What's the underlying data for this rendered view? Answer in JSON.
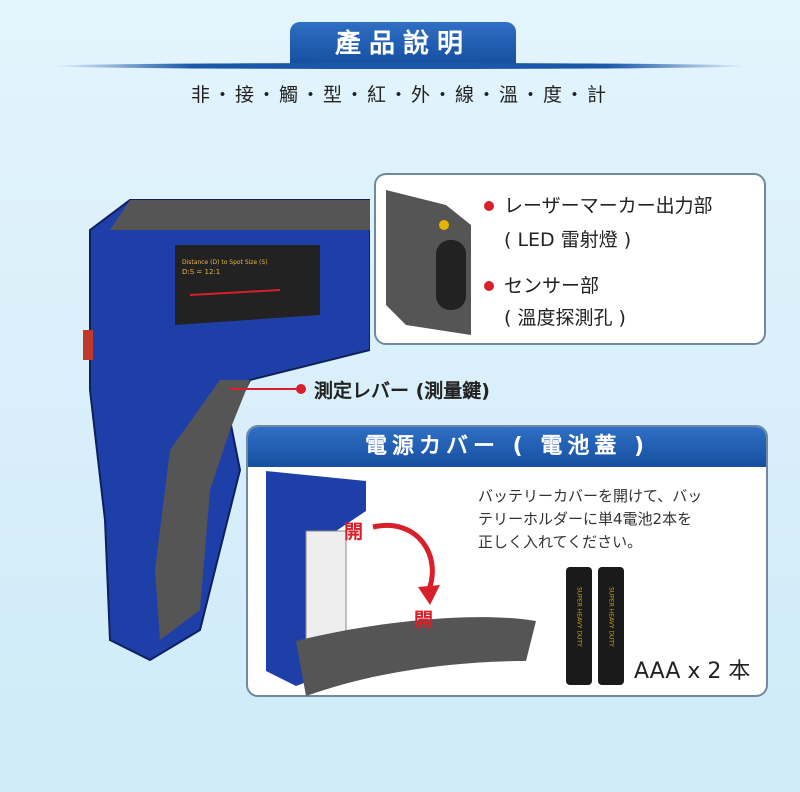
{
  "header": {
    "title": "產品說明",
    "subtitle": "非・接・觸・型・紅・外・線・溫・度・計"
  },
  "device_label": {
    "line1": "Distance (D) to Spot Size (S)",
    "line2": "D:S = 12:1"
  },
  "callouts": {
    "laser": {
      "title": "レーザーマーカー出力部",
      "sub": "( LED 雷射燈 )"
    },
    "sensor": {
      "title": "センサー部",
      "sub": "( 溫度探測孔 )"
    },
    "trigger": {
      "title": "測定レバー (測量鍵)"
    }
  },
  "battery": {
    "title": "電源カバー ( 電池蓋 )",
    "instructions": [
      "バッテリーカバーを開けて、バッ",
      "テリーホルダーに単4電池2本を",
      "正しく入れてください。"
    ],
    "open_label_top": "開",
    "open_label_bottom": "開",
    "count": "AAA x 2 本",
    "battery_text": "SUPER HEAVY DUTY",
    "battery_size": "AAA"
  },
  "colors": {
    "blue": "#1a57a8",
    "red": "#d9202a"
  }
}
